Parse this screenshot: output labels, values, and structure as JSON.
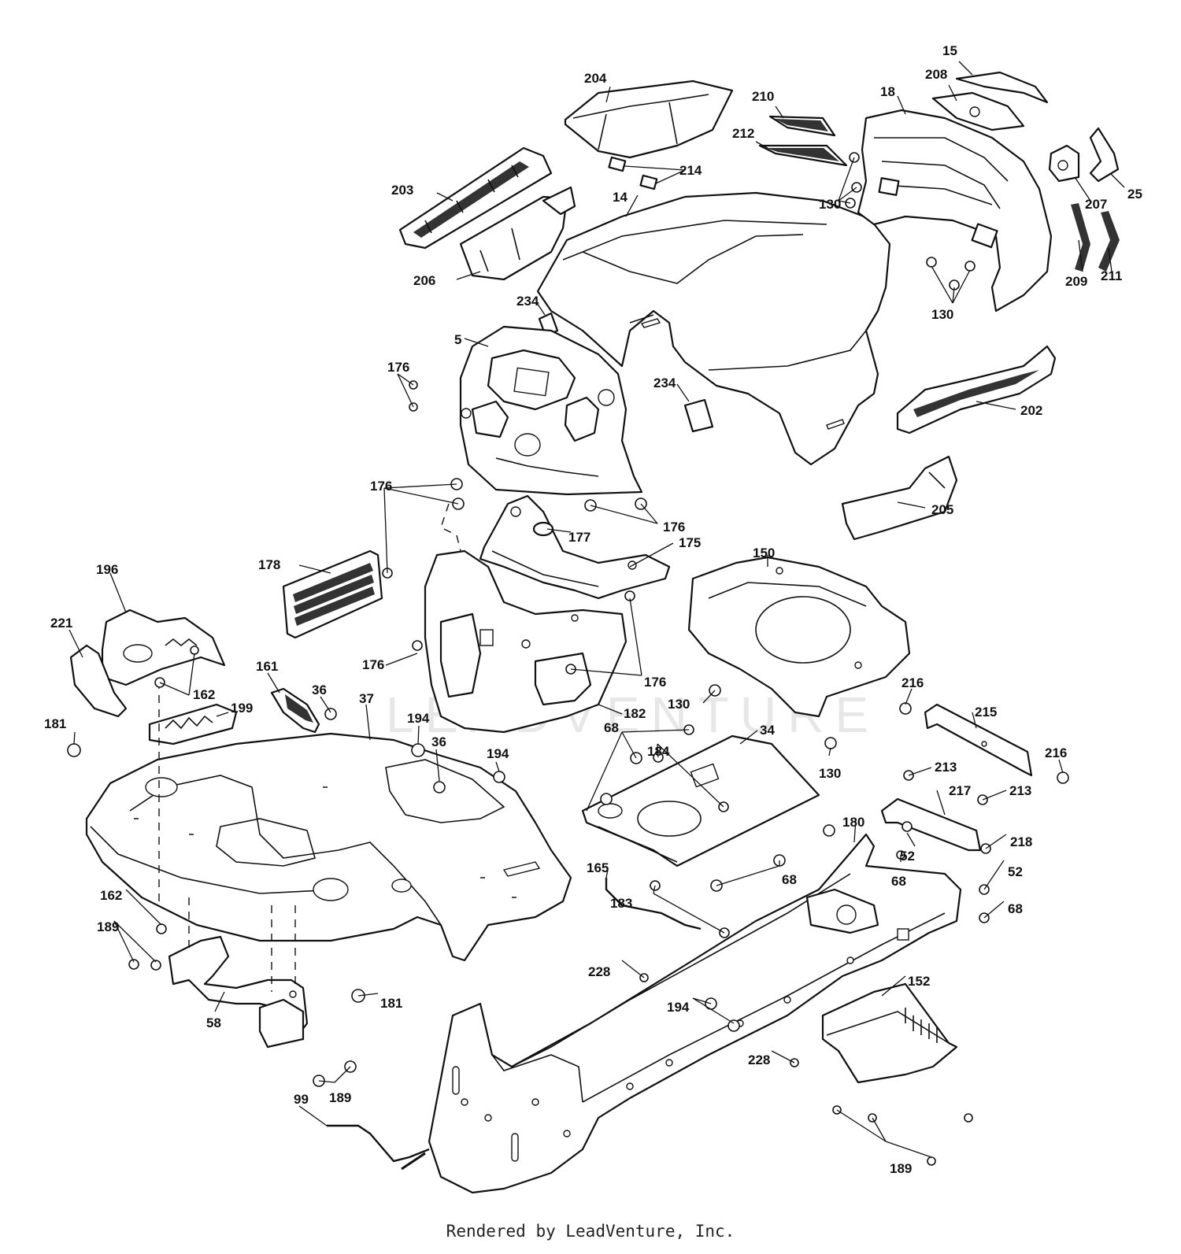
{
  "watermark": "LEADVENTURE",
  "footer": "Rendered by LeadVenture, Inc.",
  "callouts": [
    "15",
    "204",
    "208",
    "210",
    "18",
    "212",
    "214",
    "203",
    "14",
    "130",
    "207",
    "25",
    "206",
    "234",
    "130",
    "209",
    "211",
    "5",
    "176",
    "234",
    "202",
    "176",
    "176",
    "177",
    "175",
    "205",
    "178",
    "150",
    "196",
    "221",
    "162",
    "161",
    "36",
    "176",
    "176",
    "182",
    "181",
    "199",
    "37",
    "194",
    "36",
    "194",
    "130",
    "130",
    "68",
    "184",
    "34",
    "216",
    "215",
    "216",
    "213",
    "217",
    "213",
    "180",
    "52",
    "218",
    "165",
    "183",
    "68",
    "68",
    "52",
    "68",
    "162",
    "189",
    "228",
    "181",
    "194",
    "58",
    "228",
    "152",
    "189",
    "99",
    "189"
  ],
  "stroke_color": "#111111",
  "background_color": "#ffffff"
}
